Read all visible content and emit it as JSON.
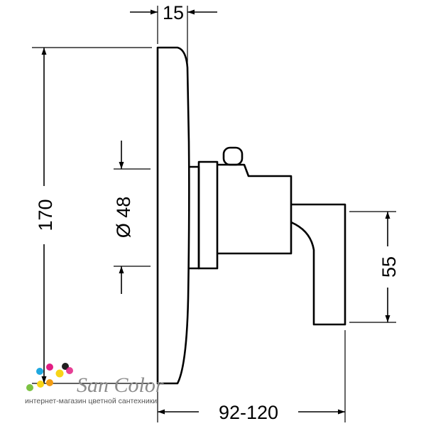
{
  "dimensions": {
    "depth_top": "15",
    "height": "170",
    "diameter": "Ø 48",
    "handle_height": "55",
    "projection": "92-120"
  },
  "watermark": {
    "brand": "San Color",
    "tagline": "интернет-магазин цветной сантехники",
    "text_color": "#8c8c8c",
    "dot_colors": [
      "#1fa8e0",
      "#e21d83",
      "#f7d417",
      "#202020",
      "#7cc242",
      "#f39c12"
    ]
  },
  "colors": {
    "line": "#000000",
    "background": "#ffffff"
  }
}
